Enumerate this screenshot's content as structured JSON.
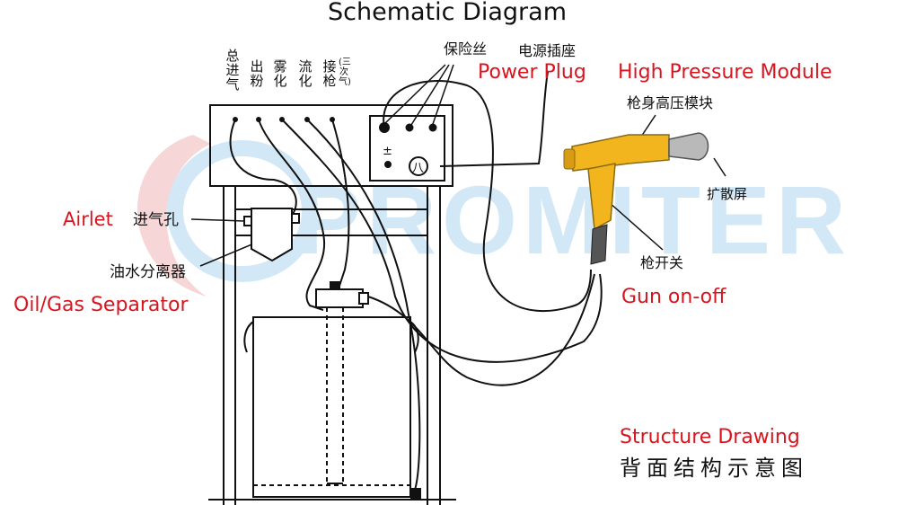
{
  "title": "Schematic Diagram",
  "watermark": "PROMITER",
  "pipe_labels": [
    "总进气",
    "出粉",
    "雾化",
    "流化",
    "接枪"
  ],
  "pipe_label_note": "(三次气)",
  "labels": {
    "fuse_cn": "保险丝",
    "power_socket_cn": "电源插座",
    "power_plug_en": "Power Plug",
    "hv_module_en": "High Pressure Module",
    "gun_body_hv_cn": "枪身高压模块",
    "diffuser_cn": "扩散屏",
    "airlet_en": "Airlet",
    "airlet_cn": "进气孔",
    "separator_cn": "油水分离器",
    "separator_en": "Oil/Gas Separator",
    "gun_switch_cn": "枪开关",
    "gun_onoff_en": "Gun on-off",
    "structure_en": "Structure Drawing",
    "structure_cn": "背面结构示意图"
  },
  "control_panel": {
    "plus_minus": "±"
  },
  "colors": {
    "red_label": "#d8141f",
    "gun_yellow": "#f2b51e",
    "line": "#111111",
    "watermark_blue": "#cfe6f7",
    "watermark_red": "#f6d2d2"
  }
}
